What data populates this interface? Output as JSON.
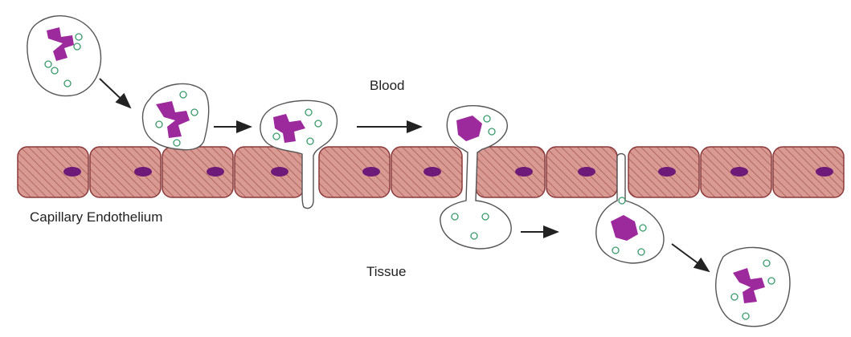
{
  "labels": {
    "blood": "Blood",
    "tissue": "Tissue",
    "endothelium": "Capillary Endothelium"
  },
  "colors": {
    "endothelial_fill": "#d99a94",
    "endothelial_stroke": "#8a3a3a",
    "hatch": "#a85a55",
    "nucleus": "#6e1a78",
    "leukocyte_nucleus": "#9c2a9c",
    "granule": "#3a9a6a",
    "cell_outline": "#555555",
    "arrow": "#222222"
  },
  "icons": {
    "endothelial_cell": "endothelial-cell-icon",
    "leukocyte": "leukocyte-icon",
    "arrow": "arrow-icon"
  }
}
